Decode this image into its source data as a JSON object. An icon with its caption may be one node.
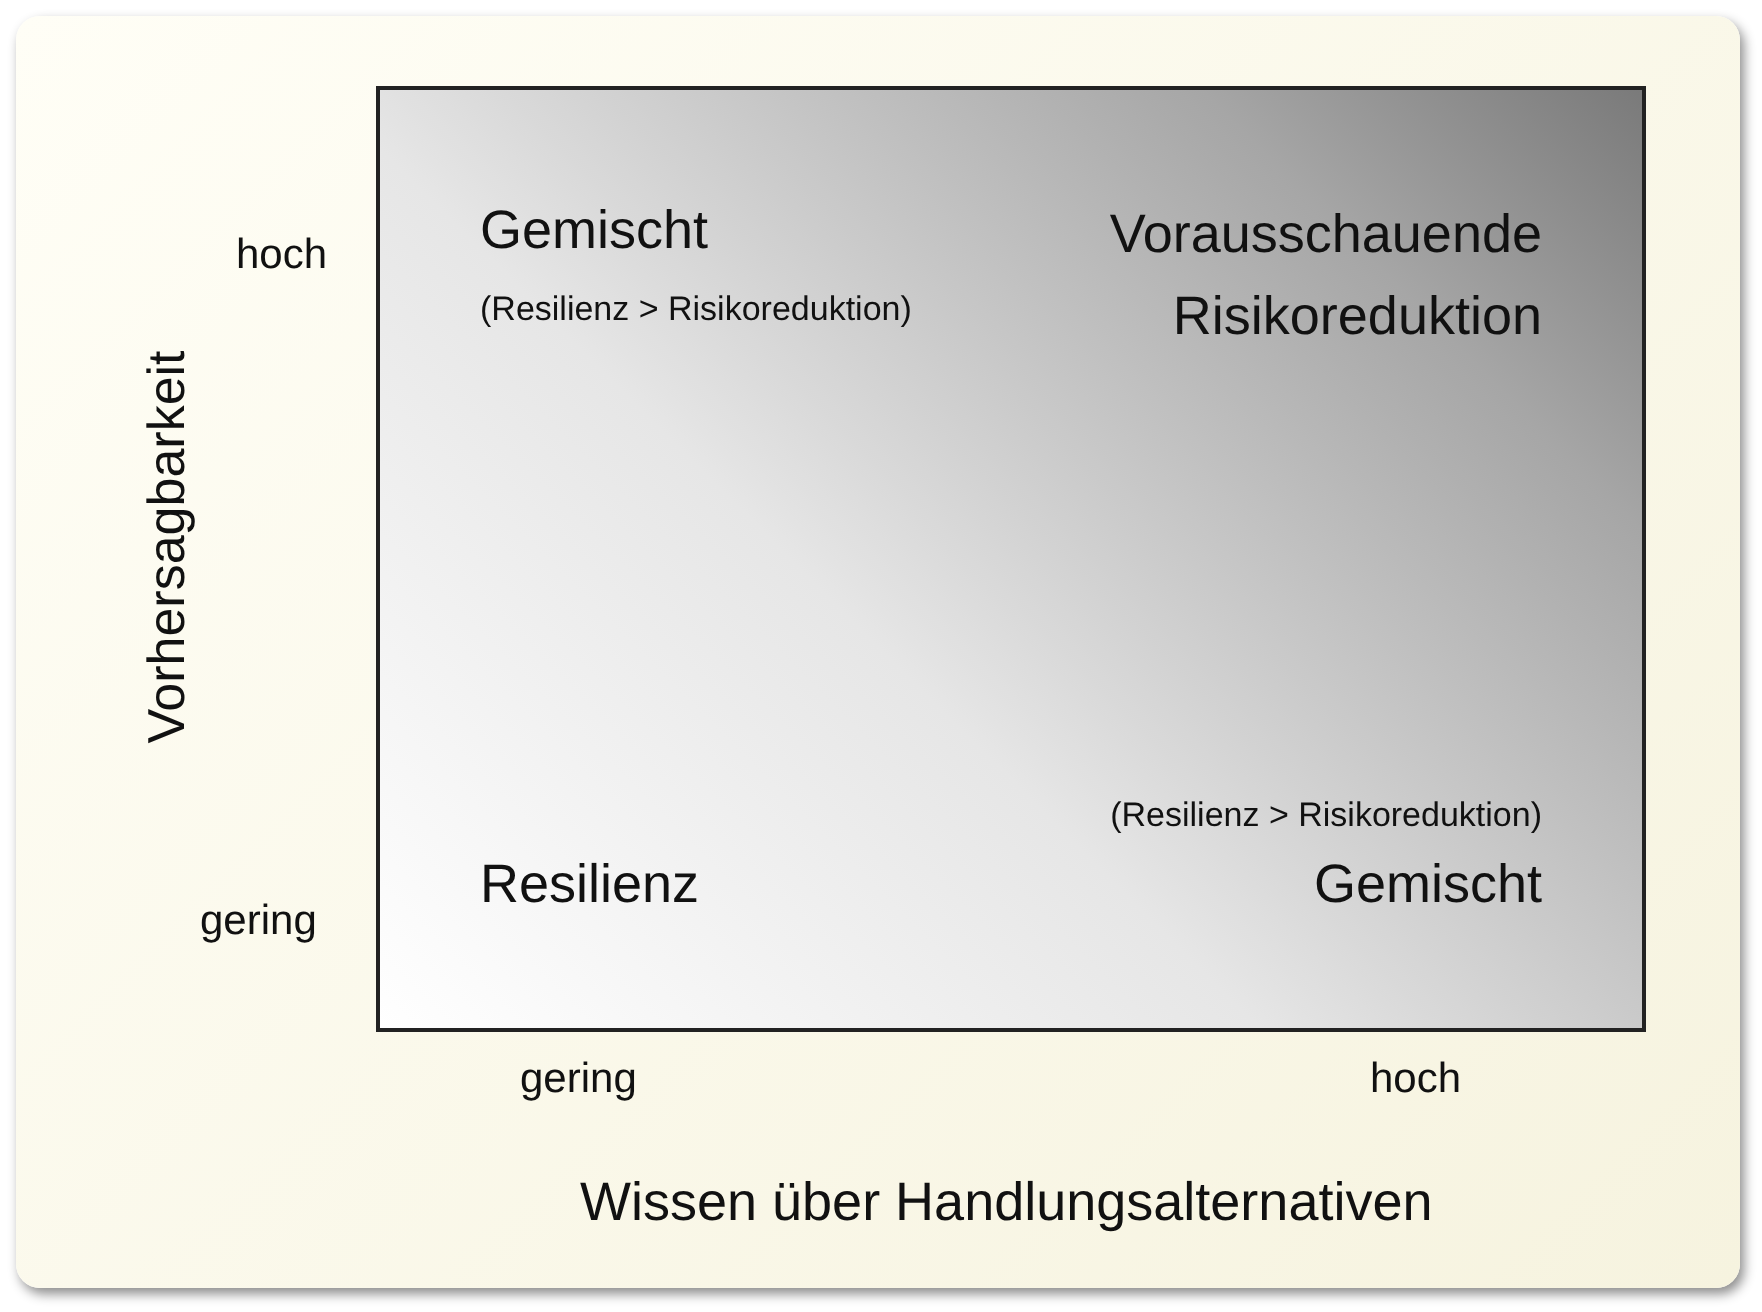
{
  "diagram": {
    "nodes": [
      {
        "text": [
          "Gemischt",
          "(Resilienz > Risikoreduktion)",
          "Vorausschauende Risikoreduktion",
          "(Resilienz > Risikoreduktion)",
          "Gemischt",
          "Resilienz"
        ]
      }
    ],
    "labels": [
      "hoch",
      "Vorhersagbarkeit",
      "gering",
      "gering",
      "hoch",
      "Wissen über Handlungsalternativen"
    ]
  }
}
